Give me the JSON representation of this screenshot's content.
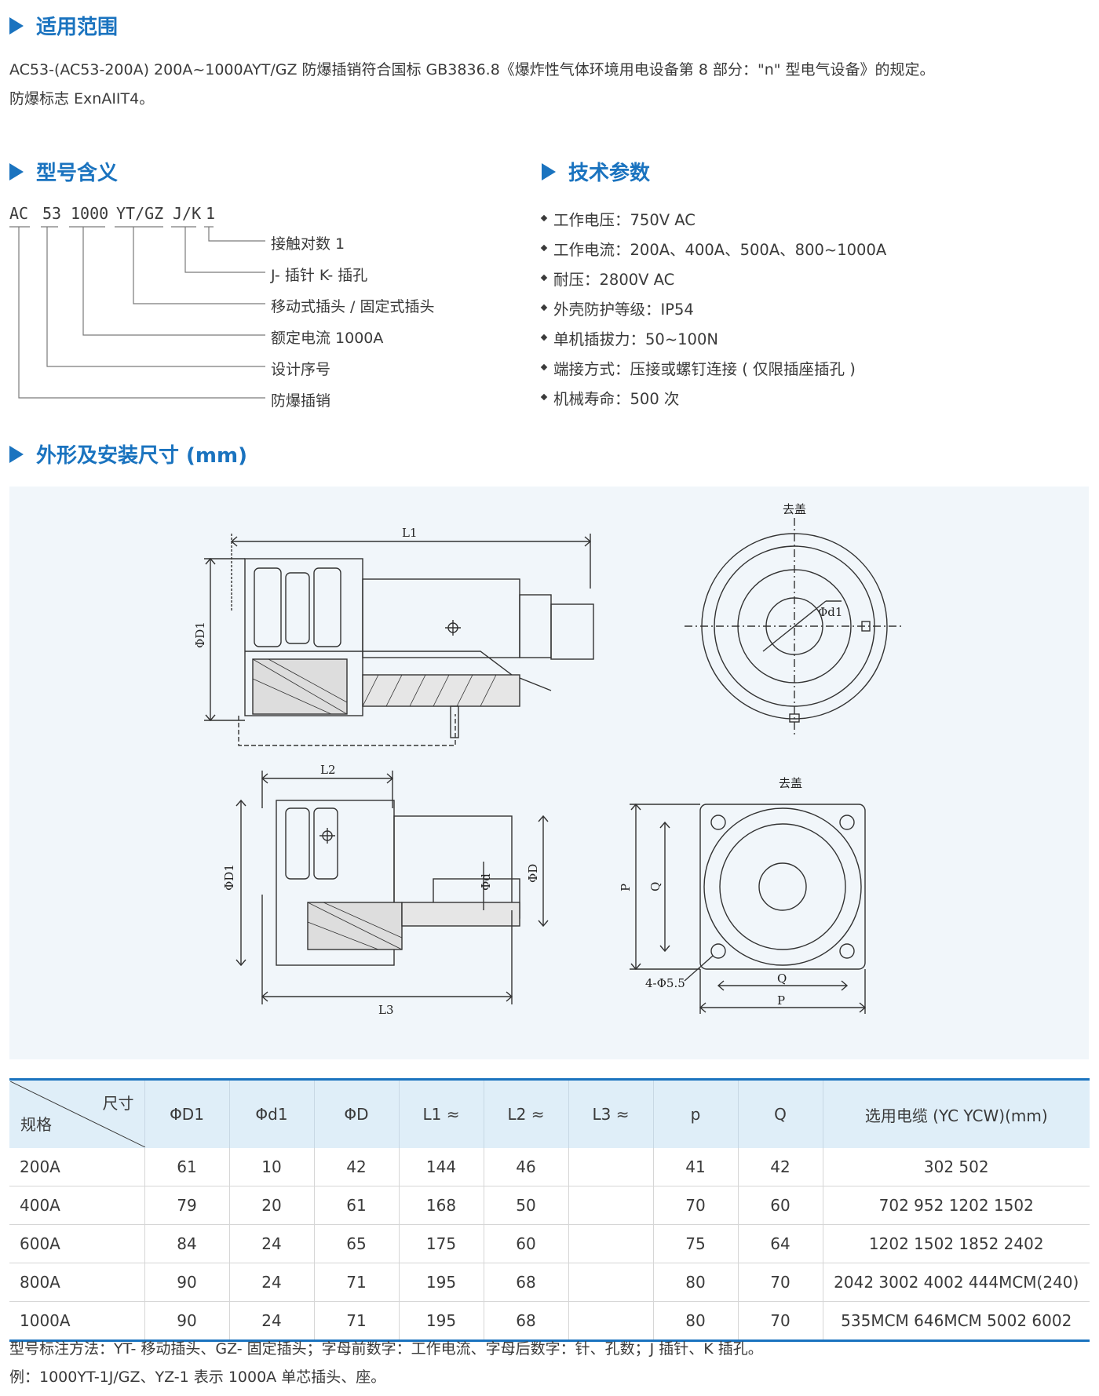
{
  "scope": {
    "heading": "适用范围",
    "line1": "AC53-(AC53-200A) 200A~1000AYT/GZ 防爆插销符合国标 GB3836.8《爆炸性气体环境用电设备第 8 部分：\"n\" 型电气设备》的规定。",
    "line2": "防爆标志 ExnAIIT4。"
  },
  "model": {
    "heading": "型号含义",
    "code_parts": [
      "AC",
      "53",
      "1000",
      "YT/GZ",
      "J/K",
      "1"
    ],
    "labels": [
      "接触对数 1",
      "J- 插针 K- 插孔",
      "移动式插头 / 固定式插头",
      "额定电流 1000A",
      "设计序号",
      "防爆插销"
    ]
  },
  "specs": {
    "heading": "技术参数",
    "items": [
      "工作电压：750V AC",
      "工作电流：200A、400A、500A、800~1000A",
      "耐压：2800V AC",
      "外壳防护等级：IP54",
      "单机插拔力：50~100N",
      "端接方式：压接或螺钉连接 ( 仅限插座插孔 )",
      "机械寿命：500 次"
    ]
  },
  "dimensions": {
    "heading": "外形及安装尺寸 (mm)",
    "drawing_labels": {
      "L1": "L1",
      "L2": "L2",
      "L3": "L3",
      "D1": "ΦD1",
      "D1b": "ΦD1",
      "d": "Φd",
      "D": "ΦD",
      "d1": "Φd1",
      "remove_cover_1": "去盖",
      "remove_cover_2": "去盖",
      "P_v": "P",
      "Q_v": "Q",
      "Q_h": "Q",
      "P_h": "P",
      "holes": "4-Φ5.5"
    }
  },
  "table": {
    "corner_top": "尺寸",
    "corner_bottom": "规格",
    "headers": [
      "ΦD1",
      "Φd1",
      "ΦD",
      "L1 ≈",
      "L2 ≈",
      "L3 ≈",
      "p",
      "Q",
      "选用电缆 (YC YCW)(mm)"
    ],
    "rows": [
      [
        "200A",
        "61",
        "10",
        "42",
        "144",
        "46",
        "",
        "41",
        "42",
        "302 502"
      ],
      [
        "400A",
        "79",
        "20",
        "61",
        "168",
        "50",
        "",
        "70",
        "60",
        "702 952 1202 1502"
      ],
      [
        "600A",
        "84",
        "24",
        "65",
        "175",
        "60",
        "",
        "75",
        "64",
        "1202 1502 1852 2402"
      ],
      [
        "800A",
        "90",
        "24",
        "71",
        "195",
        "68",
        "",
        "80",
        "70",
        "2042 3002 4002 444MCM(240)"
      ],
      [
        "1000A",
        "90",
        "24",
        "71",
        "195",
        "68",
        "",
        "80",
        "70",
        "535MCM 646MCM 5002 6002"
      ]
    ]
  },
  "notes": {
    "line1": "型号标注方法：YT- 移动插头、GZ- 固定插头；字母前数字：工作电流、字母后数字：针、孔数；J 插针、K 插孔。",
    "line2": "例：1000YT-1J/GZ、YZ-1 表示 1000A 单芯插头、座。"
  },
  "colors": {
    "accent": "#1a73bf",
    "text": "#3a3a3a",
    "drawing_bg": "#f1f6fa",
    "table_header_bg": "#dfeef8"
  }
}
